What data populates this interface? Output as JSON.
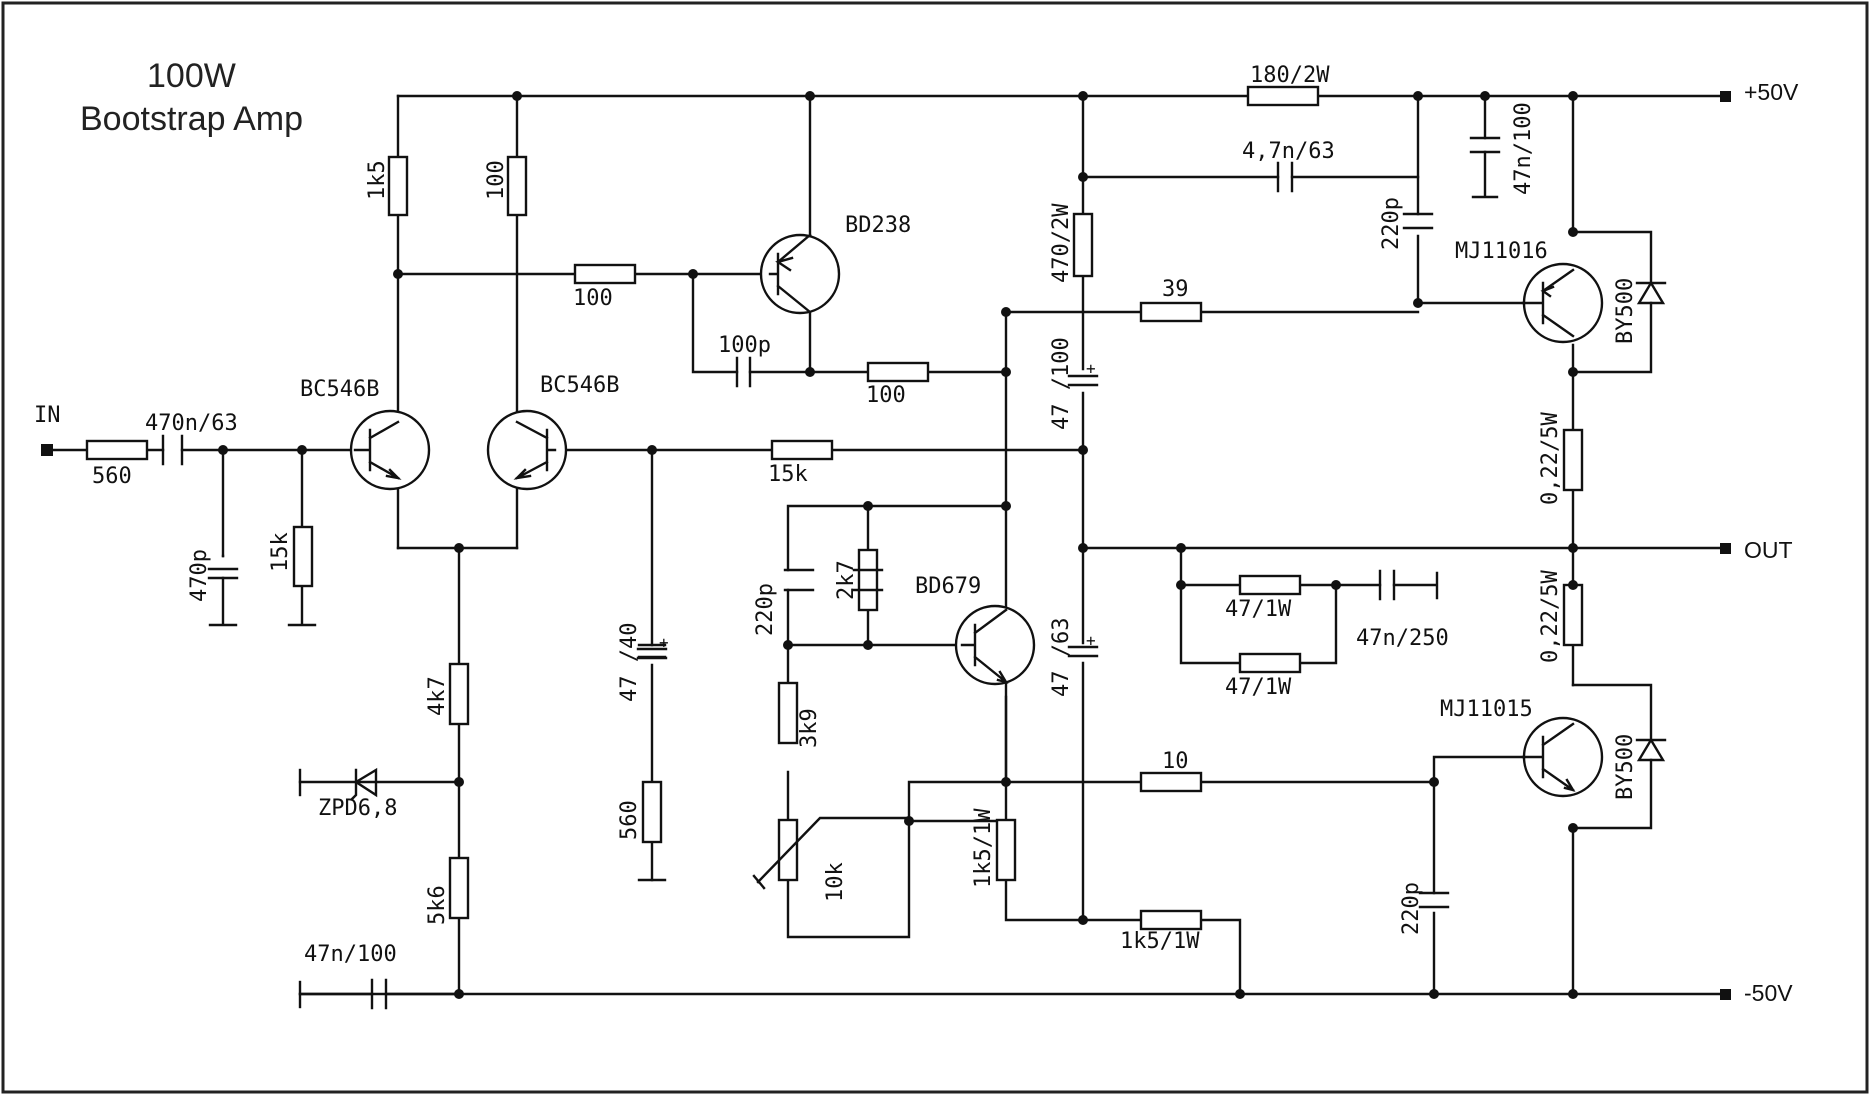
{
  "title": {
    "line1": "100W",
    "line2": "Bootstrap Amp"
  },
  "ports": {
    "input": "IN",
    "output": "OUT",
    "vpos": "+50V",
    "vneg": "-50V"
  },
  "transistors": {
    "q1": "BC546B",
    "q2": "BC546B",
    "q3": "BD238",
    "q4": "BD679",
    "q5": "MJ11016",
    "q6": "MJ11015"
  },
  "resistors": {
    "r_in": "560",
    "r_bias": "15k",
    "r_c1": "1k5",
    "r_c2": "100",
    "r_base": "100",
    "r_vas": "100",
    "r_fb": "15k",
    "r_tail1": "4k7",
    "r_tail2": "5k6",
    "r_fbgnd": "560",
    "r_boot": "470/2W",
    "r_supply": "180/2W",
    "r_g5": "39",
    "r_g6": "10",
    "r_vbe1": "2k7",
    "r_vbe2": "3k9",
    "r_trim": "10k",
    "r_pull1": "1k5/1W",
    "r_pull2": "1k5/1W",
    "r_e5": "0,22/5W",
    "r_e6": "0,22/5W",
    "r_zob1": "47/1W",
    "r_zob2": "47/1W"
  },
  "capacitors": {
    "c_in": "470n/63",
    "c_filt": "470p",
    "c_miller": "100p",
    "c_fbgnd": "47 /40",
    "c_boot": "47 /100",
    "c_out": "47 /63",
    "c_vbe": "220p",
    "c_ff": "4,7n/63",
    "c_q5": "220p",
    "c_q6": "220p",
    "c_dec_pos": "47n/100",
    "c_dec_neg": "47n/100",
    "c_zob": "47n/250"
  },
  "diodes": {
    "zener": "ZPD6,8",
    "d5": "BY500",
    "d6": "BY500"
  }
}
